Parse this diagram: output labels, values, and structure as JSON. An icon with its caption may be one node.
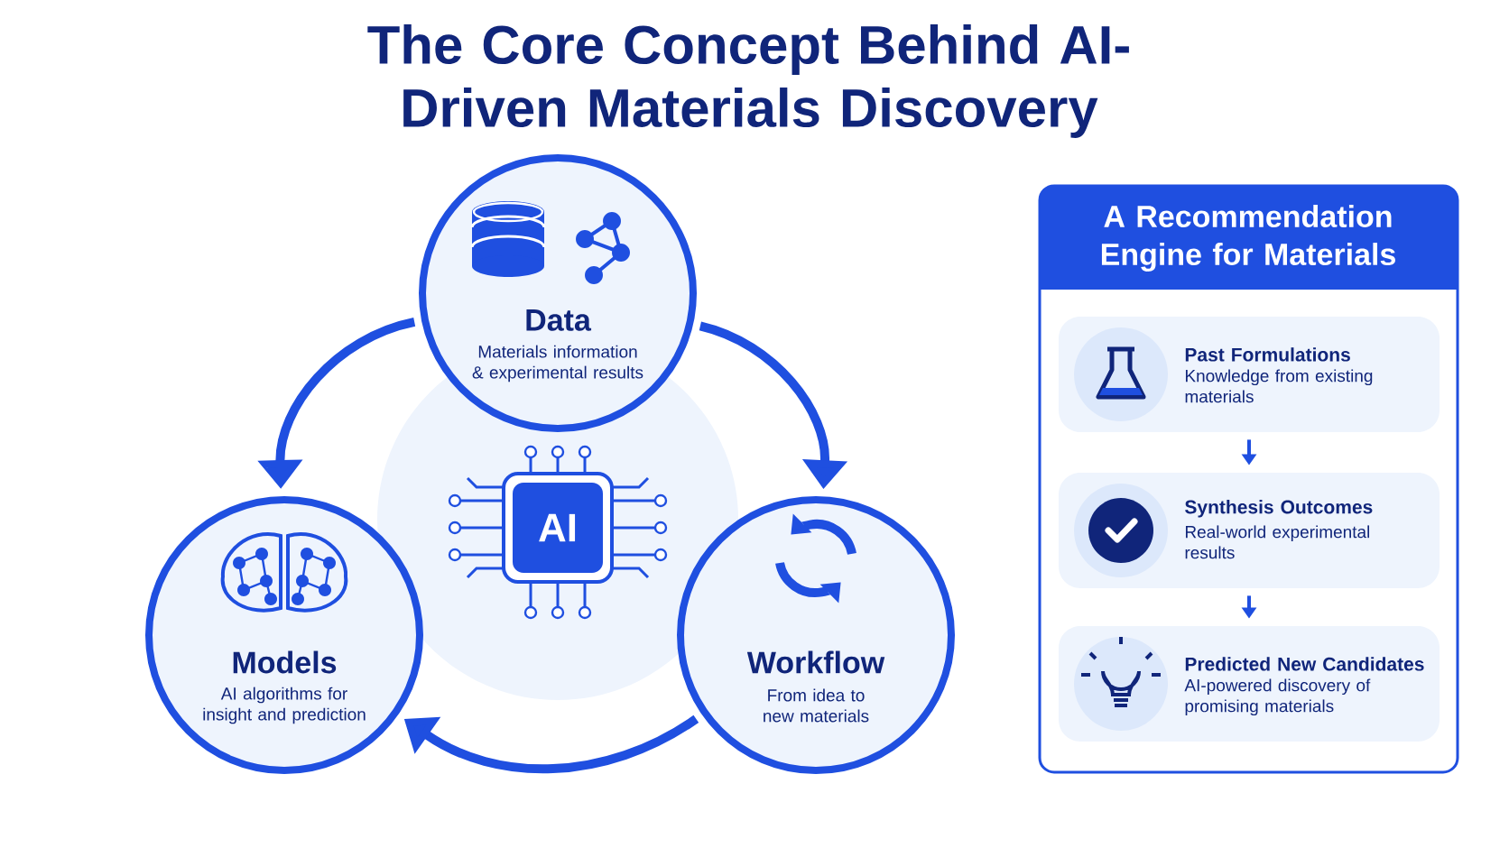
{
  "diagram": {
    "title": "The Core Concept Behind AI-Driven Materials Discovery",
    "nodes": [
      {
        "text": [
          "Data",
          "Materials information & experimental results"
        ]
      },
      {
        "text": [
          "Models",
          "AI algorithms for insight and prediction"
        ]
      },
      {
        "text": [
          "Workflow",
          "From idea to new materials"
        ]
      },
      {
        "text": [
          "AI"
        ]
      },
      {
        "text": [
          "A Recommendation Engine for Materials"
        ]
      },
      {
        "text": [
          "Past Formulations",
          "Knowledge from existing materials"
        ],
        "in": 4
      },
      {
        "text": [
          "Synthesis Outcomes",
          "Real-world experimental results"
        ],
        "in": 4
      },
      {
        "text": [
          "Predicted New Candidates",
          "AI-powered discovery of promising materials"
        ],
        "in": 4
      }
    ],
    "edges": [
      {
        "from": 0,
        "to": 1,
        "arrow": "to"
      },
      {
        "from": 0,
        "to": 2,
        "arrow": "to"
      },
      {
        "from": 2,
        "to": 1,
        "arrow": "to"
      },
      {
        "from": 5,
        "to": 6,
        "arrow": "to"
      },
      {
        "from": 6,
        "to": 7,
        "arrow": "to"
      }
    ]
  }
}
